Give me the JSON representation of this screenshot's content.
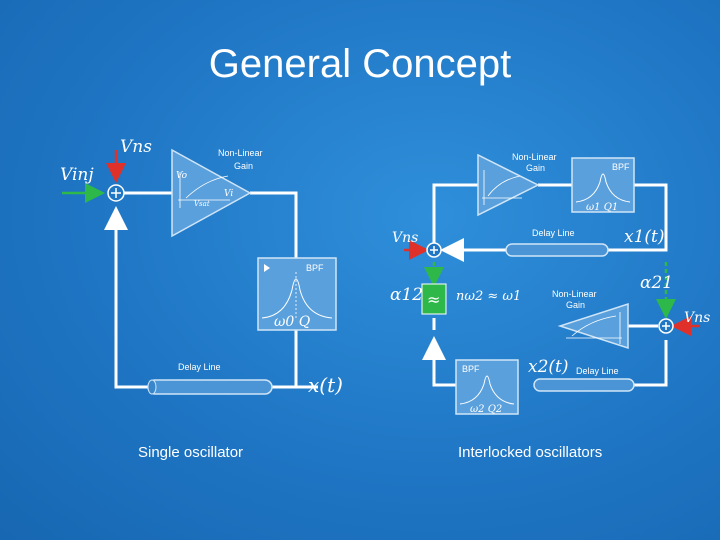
{
  "title": "General Concept",
  "captions": {
    "left": "Single oscillator",
    "right": "Interlocked oscillators"
  },
  "left": {
    "vns": "Vns",
    "vinj": "Vinj",
    "nonlinear_gain": [
      "Non-Linear",
      "Gain"
    ],
    "bpf": "BPF",
    "omega_q": "ω0  Q",
    "delay_line": "Delay Line",
    "xt": "x(t)",
    "amp_labels": {
      "vo": "Vo",
      "vi": "Vi",
      "vsat": "Vsat"
    }
  },
  "right": {
    "nonlinear_gain_top": [
      "Non-Linear",
      "Gain"
    ],
    "nonlinear_gain_mid": [
      "Non-Linear",
      "Gain"
    ],
    "bpf_top": "BPF",
    "bpf_top_params": "ω1  Q1",
    "bpf_bottom": "BPF",
    "bpf_bottom_params": "ω2  Q2",
    "delay_top": "Delay Line",
    "delay_bottom": "Delay Line",
    "x1t": "x1(t)",
    "x2t": "x2(t)",
    "vns_left": "Vns",
    "vns_right": "Vns",
    "alpha12": "α12",
    "alpha21": "α21",
    "relation": "nω2 ≈ ω1",
    "filter_symbol": "≈"
  },
  "colors": {
    "background": "#1f76c4",
    "noise": "#e0302a",
    "coupling": "#2eb84a",
    "wire": "#ffffff"
  }
}
